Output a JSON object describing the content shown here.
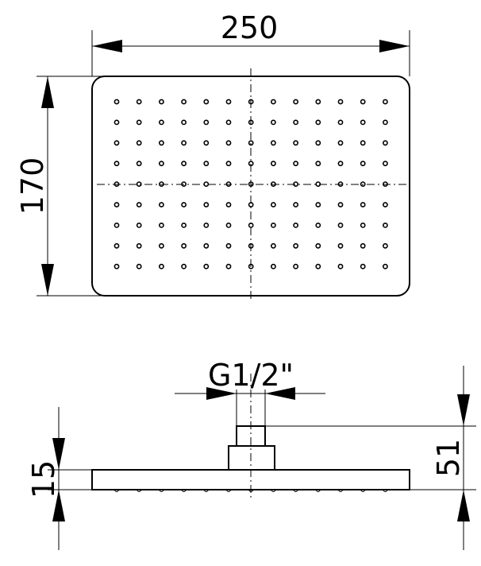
{
  "top_view": {
    "width_label": "250",
    "height_label": "170",
    "nozzle_grid": {
      "columns": 13,
      "rows": 9
    }
  },
  "side_view": {
    "thread_label": "G1/2\"",
    "plate_thickness_label": "15",
    "total_height_label": "51"
  }
}
